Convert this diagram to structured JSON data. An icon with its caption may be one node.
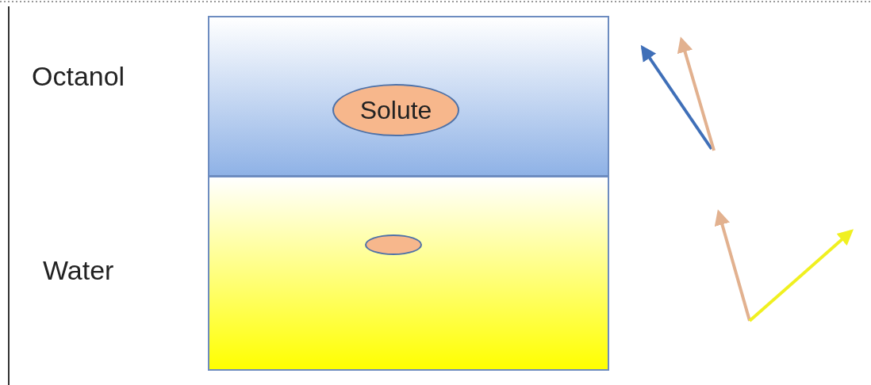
{
  "diagram": {
    "nodes": [
      {
        "text": [
          "Octanol"
        ]
      },
      {
        "text": [
          "Solute"
        ],
        "in": 0
      },
      {
        "text": [
          "Water"
        ]
      },
      {
        "text": [],
        "shape": "ellipse",
        "in": 2
      }
    ]
  }
}
